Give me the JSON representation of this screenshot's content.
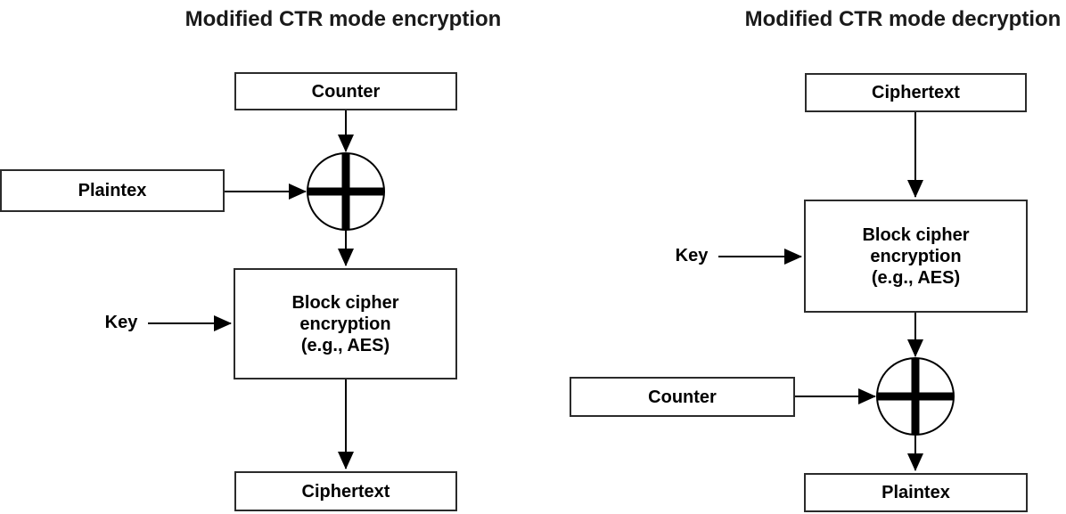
{
  "encryption": {
    "title": "Modified CTR mode encryption",
    "counter_label": "Counter",
    "plaintext_label": "Plaintex",
    "key_label": "Key",
    "block_line1": "Block cipher",
    "block_line2": "encryption",
    "block_line3": "(e.g., AES)",
    "ciphertext_label": "Ciphertext",
    "xor_icon_name": "xor-circle-plus"
  },
  "decryption": {
    "title": "Modified CTR mode decryption",
    "ciphertext_label": "Ciphertext",
    "key_label": "Key",
    "block_line1": "Block cipher",
    "block_line2": "encryption",
    "block_line3": "(e.g., AES)",
    "counter_label": "Counter",
    "plaintext_label": "Plaintex",
    "xor_icon_name": "xor-circle-plus"
  },
  "colors": {
    "background": "#ffffff",
    "line": "#000000",
    "box_border": "#2b2b2b",
    "text": "#000000"
  }
}
